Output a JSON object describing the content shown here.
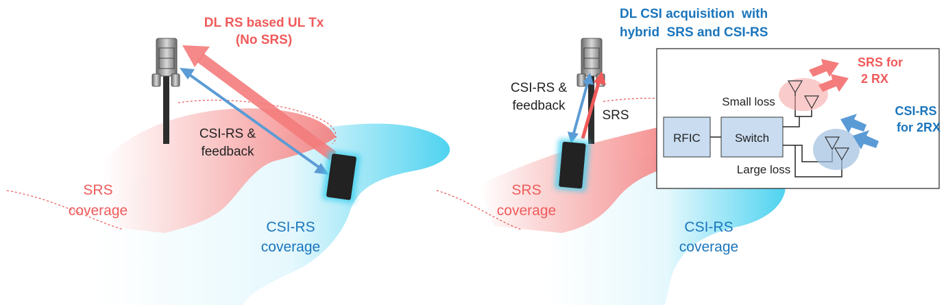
{
  "left_panel": {
    "title_line1": "DL RS based UL Tx",
    "title_line2": "(No SRS)",
    "arrow_label_line1": "CSI-RS &",
    "arrow_label_line2": "feedback",
    "srs_coverage_line1": "SRS",
    "srs_coverage_line2": "coverage",
    "csirs_coverage_line1": "CSI-RS",
    "csirs_coverage_line2": "coverage"
  },
  "right_panel": {
    "title_line1": "DL CSI acquisition  with",
    "title_line2": "hybrid  SRS and CSI-RS",
    "arrow_label_line1": "CSI-RS &",
    "arrow_label_line2": "feedback",
    "srs_arrow_label": "SRS",
    "srs_coverage_line1": "SRS",
    "srs_coverage_line2": "coverage",
    "csirs_coverage_line1": "CSI-RS",
    "csirs_coverage_line2": "coverage"
  },
  "inset": {
    "rfic_label": "RFIC",
    "switch_label": "Switch",
    "small_loss_label": "Small loss",
    "large_loss_label": "Large loss",
    "srs_for_line1": "SRS for",
    "srs_for_line2": "2 RX",
    "csirs_for_line1": "CSI-RS",
    "csirs_for_line2": "for 2RX"
  },
  "colors": {
    "red": "#f05a5a",
    "red_arrow": "#f47c7c",
    "blue": "#1a75bc",
    "blue_arrow": "#5b9bd5",
    "cyan": "#3fd0ee",
    "box_fill": "#c9dcf0"
  }
}
